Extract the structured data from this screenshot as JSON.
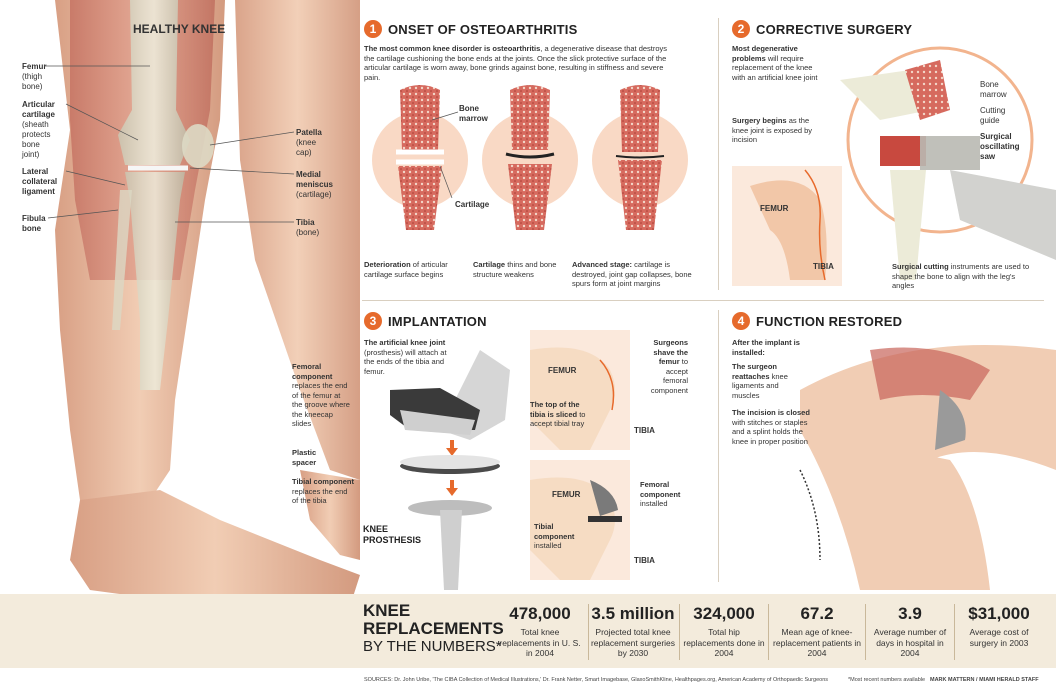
{
  "left": {
    "title": "HEALTHY KNEE",
    "labels": {
      "femur": [
        "Femur",
        "(thigh",
        "bone)"
      ],
      "cartilage": [
        "Articular",
        "cartilage",
        "(sheath",
        "protects",
        "bone",
        "joint)"
      ],
      "lateral": [
        "Lateral",
        "collateral",
        "ligament"
      ],
      "fibula": [
        "Fibula",
        "bone"
      ],
      "patella": [
        "Patella",
        "(knee",
        "cap)"
      ],
      "meniscus": [
        "Medial",
        "meniscus",
        "(cartilage)"
      ],
      "tibia": [
        "Tibia",
        "(bone)"
      ]
    }
  },
  "s1": {
    "num": "1",
    "title": "ONSET OF OSTEOARTHRITIS",
    "intro_bold": "The most common knee disorder is osteoarthritis",
    "intro_rest": ", a degenerative disease that destroys the cartilage cushioning the bone ends at the joints. Once the slick protective surface of the articular cartilage is worn away, bone grinds against bone, resulting in stiffness and severe pain.",
    "bone_marrow": "Bone marrow",
    "cartilage": "Cartilage",
    "cap1_bold": "Deterioration",
    "cap1_rest": " of articular cartilage surface begins",
    "cap2_bold": "Cartilage",
    "cap2_rest": " thins and bone structure weakens",
    "cap3_bold": "Advanced stage:",
    "cap3_rest": " cartilage is destroyed, joint gap collapses, bone spurs form at joint margins"
  },
  "s2": {
    "num": "2",
    "title": "CORRECTIVE SURGERY",
    "intro_bold": "Most degenerative problems",
    "intro_rest": " will require replacement of the knee with an artificial knee joint",
    "begins_bold": "Surgery begins",
    "begins_rest": " as the knee joint is exposed by incision",
    "femur": "FEMUR",
    "tibia": "TIBIA",
    "bone_marrow": "Bone marrow",
    "cutting_guide": "Cutting guide",
    "saw": "Surgical oscillating saw",
    "cut_bold": "Surgical cutting",
    "cut_rest": " instruments are used to shape the bone to align with the leg's angles"
  },
  "s3": {
    "num": "3",
    "title": "IMPLANTATION",
    "intro_bold": "The artificial knee joint",
    "intro_rest": " (prosthesis) will attach at the ends of the tibia and femur.",
    "fem_bold": "Femoral component",
    "fem_rest": " replaces the end of the femur at the groove where the kneecap slides",
    "spacer": "Plastic spacer",
    "tib_bold": "Tibial component",
    "tib_rest": " replaces the end of the tibia",
    "prosthesis": "KNEE PROSTHESIS",
    "shave_bold": "Surgeons shave the femur",
    "shave_rest": " to accept femoral component",
    "femur": "FEMUR",
    "tibia": "TIBIA",
    "top_bold": "The top of the tibia is sliced",
    "top_rest": " to accept tibial tray",
    "femur2": "FEMUR",
    "tibia2": "TIBIA",
    "fem_inst_bold": "Femoral component",
    "fem_inst_rest": " installed",
    "tib_inst_bold": "Tibial component",
    "tib_inst_rest": " installed"
  },
  "s4": {
    "num": "4",
    "title": "FUNCTION RESTORED",
    "after": "After the implant is installed:",
    "reattach_bold": "The surgeon reattaches",
    "reattach_rest": " knee ligaments and muscles",
    "closed_bold": "The incision is closed",
    "closed_rest": " with stitches or staples and a splint holds the knee in proper position"
  },
  "numbers": {
    "title1": "KNEE",
    "title2": "REPLACEMENTS",
    "title3": "BY THE NUMBERS*",
    "stats": [
      {
        "value": "478,000",
        "desc": "Total knee replacements in U. S. in 2004"
      },
      {
        "value": "3.5 million",
        "desc": "Projected total knee replacement surgeries by 2030"
      },
      {
        "value": "324,000",
        "desc": "Total hip replacements done in 2004"
      },
      {
        "value": "67.2",
        "desc": "Mean age of knee-replacement patients in 2004"
      },
      {
        "value": "3.9",
        "desc": "Average number of days in hospital in 2004"
      },
      {
        "value": "$31,000",
        "desc": "Average cost of surgery in 2003"
      }
    ]
  },
  "footer": {
    "sources": "SOURCES: Dr. John Uribe, 'The CIBA Collection of Medical Illustrations,' Dr. Frank Netter, Smart Imagebase, GlaxoSmithKline, Healthpages.org, American Academy of Orthopaedic Surgeons",
    "note": "*Most recent numbers available",
    "credit": "MARK MATTERN / MIAMI HERALD STAFF"
  },
  "colors": {
    "accent": "#e66a2c",
    "band": "#f3ebdc",
    "skin": "#efc9ae",
    "bone": "#e8e2c8",
    "marrow": "#c8493f"
  }
}
